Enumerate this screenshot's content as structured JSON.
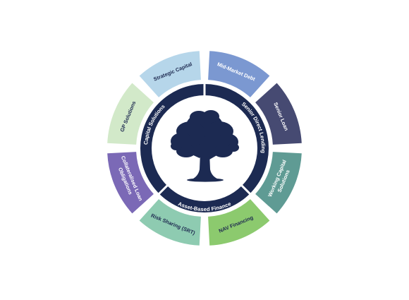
{
  "diagram": {
    "center_logo": "oak-tree-icon",
    "inner_ring": [
      {
        "label": "Capital Solutions"
      },
      {
        "label": "Senior Direct Lending"
      },
      {
        "label": "Asset-Based Finance"
      }
    ],
    "outer_ring": [
      {
        "label": "Strategic Capital",
        "lines": [
          "Strategic Capital"
        ],
        "color": "#b6d6ea",
        "text_color": "#1e2a50"
      },
      {
        "label": "Mid-Market Debt",
        "lines": [
          "Mid-Market Debt"
        ],
        "color": "#7b98d1",
        "text_color": "#ffffff"
      },
      {
        "label": "Senior Loan",
        "lines": [
          "Senior Loan"
        ],
        "color": "#464a72",
        "text_color": "#ffffff"
      },
      {
        "label": "Working Capital Solutions",
        "lines": [
          "Working Capital",
          "Solutions"
        ],
        "color": "#5f9b94",
        "text_color": "#ffffff"
      },
      {
        "label": "NAV Financing",
        "lines": [
          "NAV Financing"
        ],
        "color": "#8cca6e",
        "text_color": "#1e2a50"
      },
      {
        "label": "Risk Sharing (SRT)",
        "lines": [
          "Risk Sharing (SRT)"
        ],
        "color": "#8ecbb1",
        "text_color": "#1e2a50"
      },
      {
        "label": "Collateralised Loan Obligations",
        "lines": [
          "Collateralised Loan",
          "Obligations"
        ],
        "color": "#7b69b6",
        "text_color": "#ffffff"
      },
      {
        "label": "GP Solutions",
        "lines": [
          "GP Solutions"
        ],
        "color": "#d2e9c9",
        "text_color": "#1e2a50"
      }
    ],
    "colors": {
      "ring": "#1c2a52",
      "tree": "#1c2a52",
      "ring_text": "#ffffff",
      "background": "#ffffff"
    }
  }
}
